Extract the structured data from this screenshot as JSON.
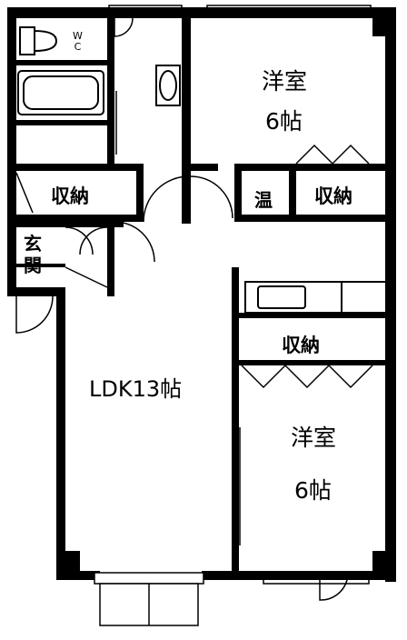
{
  "plan": {
    "rooms": {
      "western_room_top": {
        "name": "洋室",
        "size": "6帖"
      },
      "western_room_bottom": {
        "name": "洋室",
        "size": "6帖"
      },
      "ldk": {
        "label": "LDK13帖"
      },
      "closet_left": "収納",
      "closet_top_right": "収納",
      "closet_middle_right": "収納",
      "heater_space": "温",
      "entrance": "玄関",
      "toilet": "W\nC"
    },
    "colors": {
      "wall": "#000000",
      "background": "#ffffff",
      "fixture_line": "#333333"
    }
  }
}
